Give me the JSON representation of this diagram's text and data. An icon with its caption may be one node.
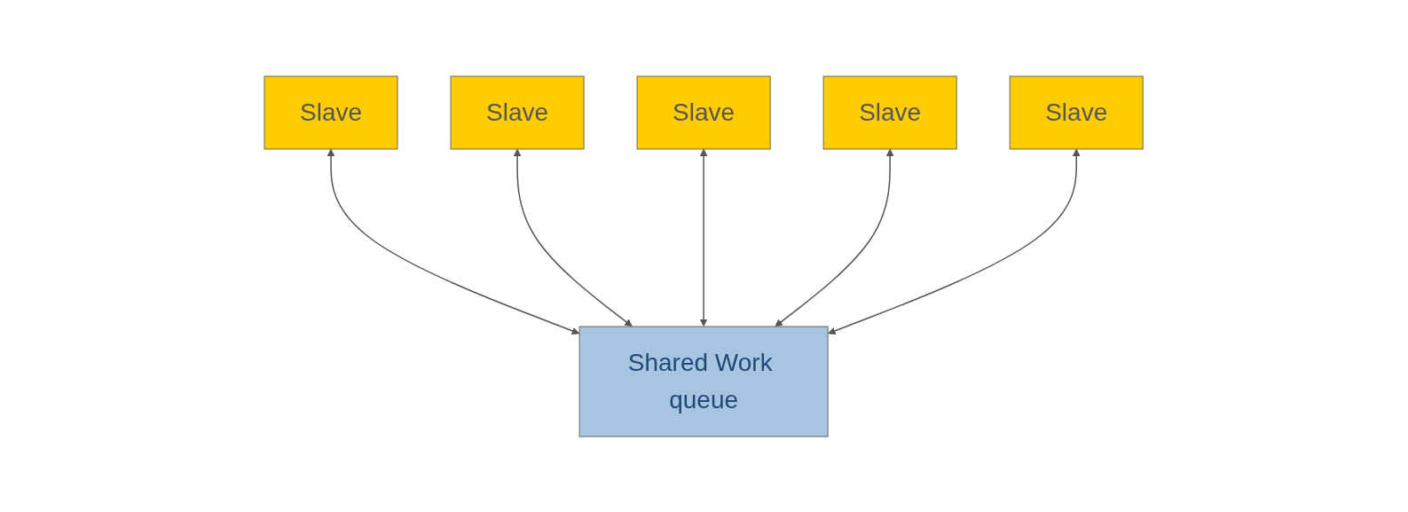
{
  "diagram": {
    "nodes": [
      {
        "text": [
          "Slave"
        ]
      },
      {
        "text": [
          "Slave"
        ]
      },
      {
        "text": [
          "Slave"
        ]
      },
      {
        "text": [
          "Slave"
        ]
      },
      {
        "text": [
          "Slave"
        ]
      },
      {
        "text": [
          "Shared Work queue"
        ]
      }
    ],
    "edges": [
      {
        "from": 5,
        "to": 0,
        "arrow": "both"
      },
      {
        "from": 5,
        "to": 1,
        "arrow": "both"
      },
      {
        "from": 5,
        "to": 2,
        "arrow": "both"
      },
      {
        "from": 5,
        "to": 3,
        "arrow": "both"
      },
      {
        "from": 5,
        "to": 4,
        "arrow": "both"
      }
    ]
  }
}
